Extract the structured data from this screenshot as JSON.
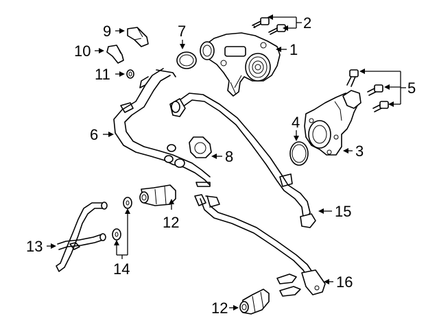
{
  "callouts": [
    {
      "id": "c1",
      "text": "1"
    },
    {
      "id": "c2",
      "text": "2"
    },
    {
      "id": "c3",
      "text": "3"
    },
    {
      "id": "c4",
      "text": "4"
    },
    {
      "id": "c5",
      "text": "5"
    },
    {
      "id": "c6",
      "text": "6"
    },
    {
      "id": "c7",
      "text": "7"
    },
    {
      "id": "c8",
      "text": "8"
    },
    {
      "id": "c9",
      "text": "9"
    },
    {
      "id": "c10",
      "text": "10"
    },
    {
      "id": "c11",
      "text": "11"
    },
    {
      "id": "c12a",
      "text": "12"
    },
    {
      "id": "c12b",
      "text": "12"
    },
    {
      "id": "c13",
      "text": "13"
    },
    {
      "id": "c14",
      "text": "14"
    },
    {
      "id": "c15",
      "text": "15"
    },
    {
      "id": "c16",
      "text": "16"
    }
  ]
}
